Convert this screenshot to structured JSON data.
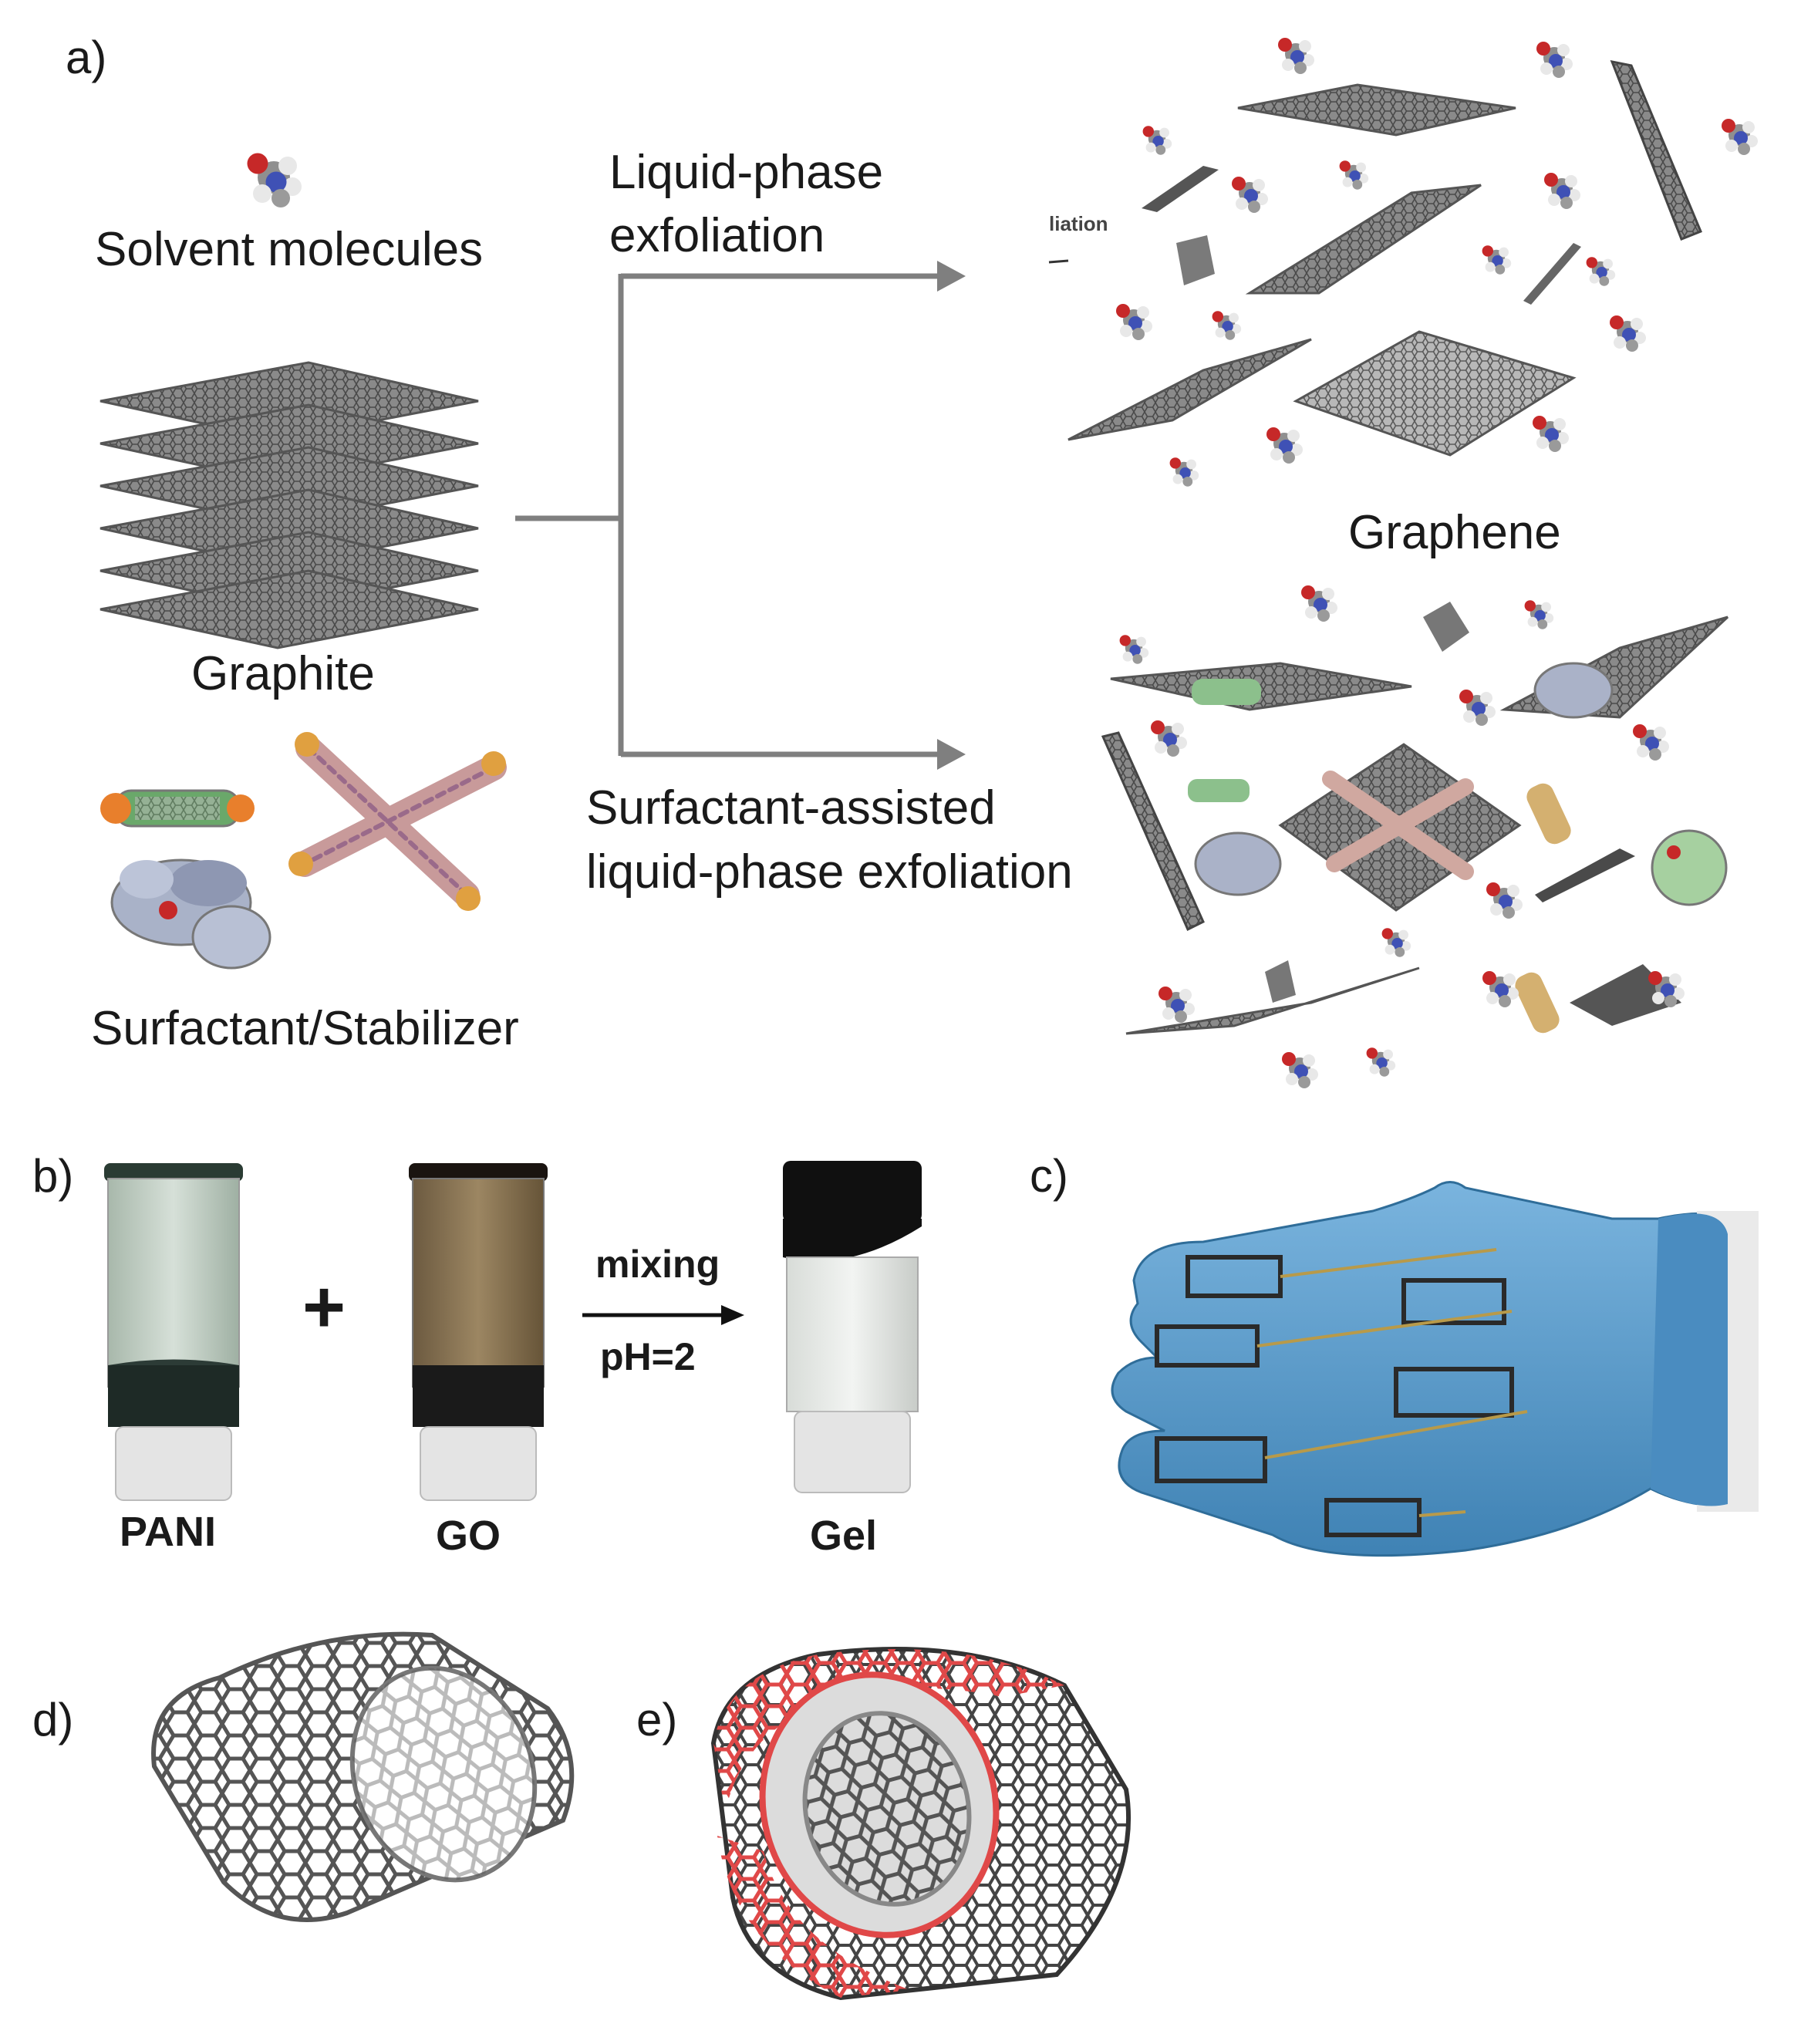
{
  "panels": {
    "a": {
      "label": "a)",
      "solvent_caption": "Solvent molecules",
      "graphite_caption": "Graphite",
      "surfactant_caption": "Surfactant/Stabilizer",
      "route_top_line1": "Liquid-phase",
      "route_top_line2": "exfoliation",
      "route_bottom_line1": "Surfactant-assisted",
      "route_bottom_line2": "liquid-phase exfoliation",
      "inset_fragment": "liation",
      "graphene_caption": "Graphene"
    },
    "b": {
      "label": "b)",
      "vial_labels": [
        "PANI",
        "GO",
        "Gel"
      ],
      "plus": "+",
      "arrow_top": "mixing",
      "arrow_bottom": "pH=2"
    },
    "c": {
      "label": "c)"
    },
    "d": {
      "label": "d)"
    },
    "e": {
      "label": "e)"
    }
  },
  "colors": {
    "sheet": "#6e6e6e",
    "sheet_dark": "#3c3c3c",
    "arrow": "#7f7f7f",
    "glove": "#5b9cc9",
    "oxygen": "#c62828",
    "nitrogen": "#3f51b5",
    "pani_solution": "#c9d6cc",
    "go_solution": "#8a7455",
    "gel_cap": "#101010",
    "tube_red": "#e04848"
  }
}
